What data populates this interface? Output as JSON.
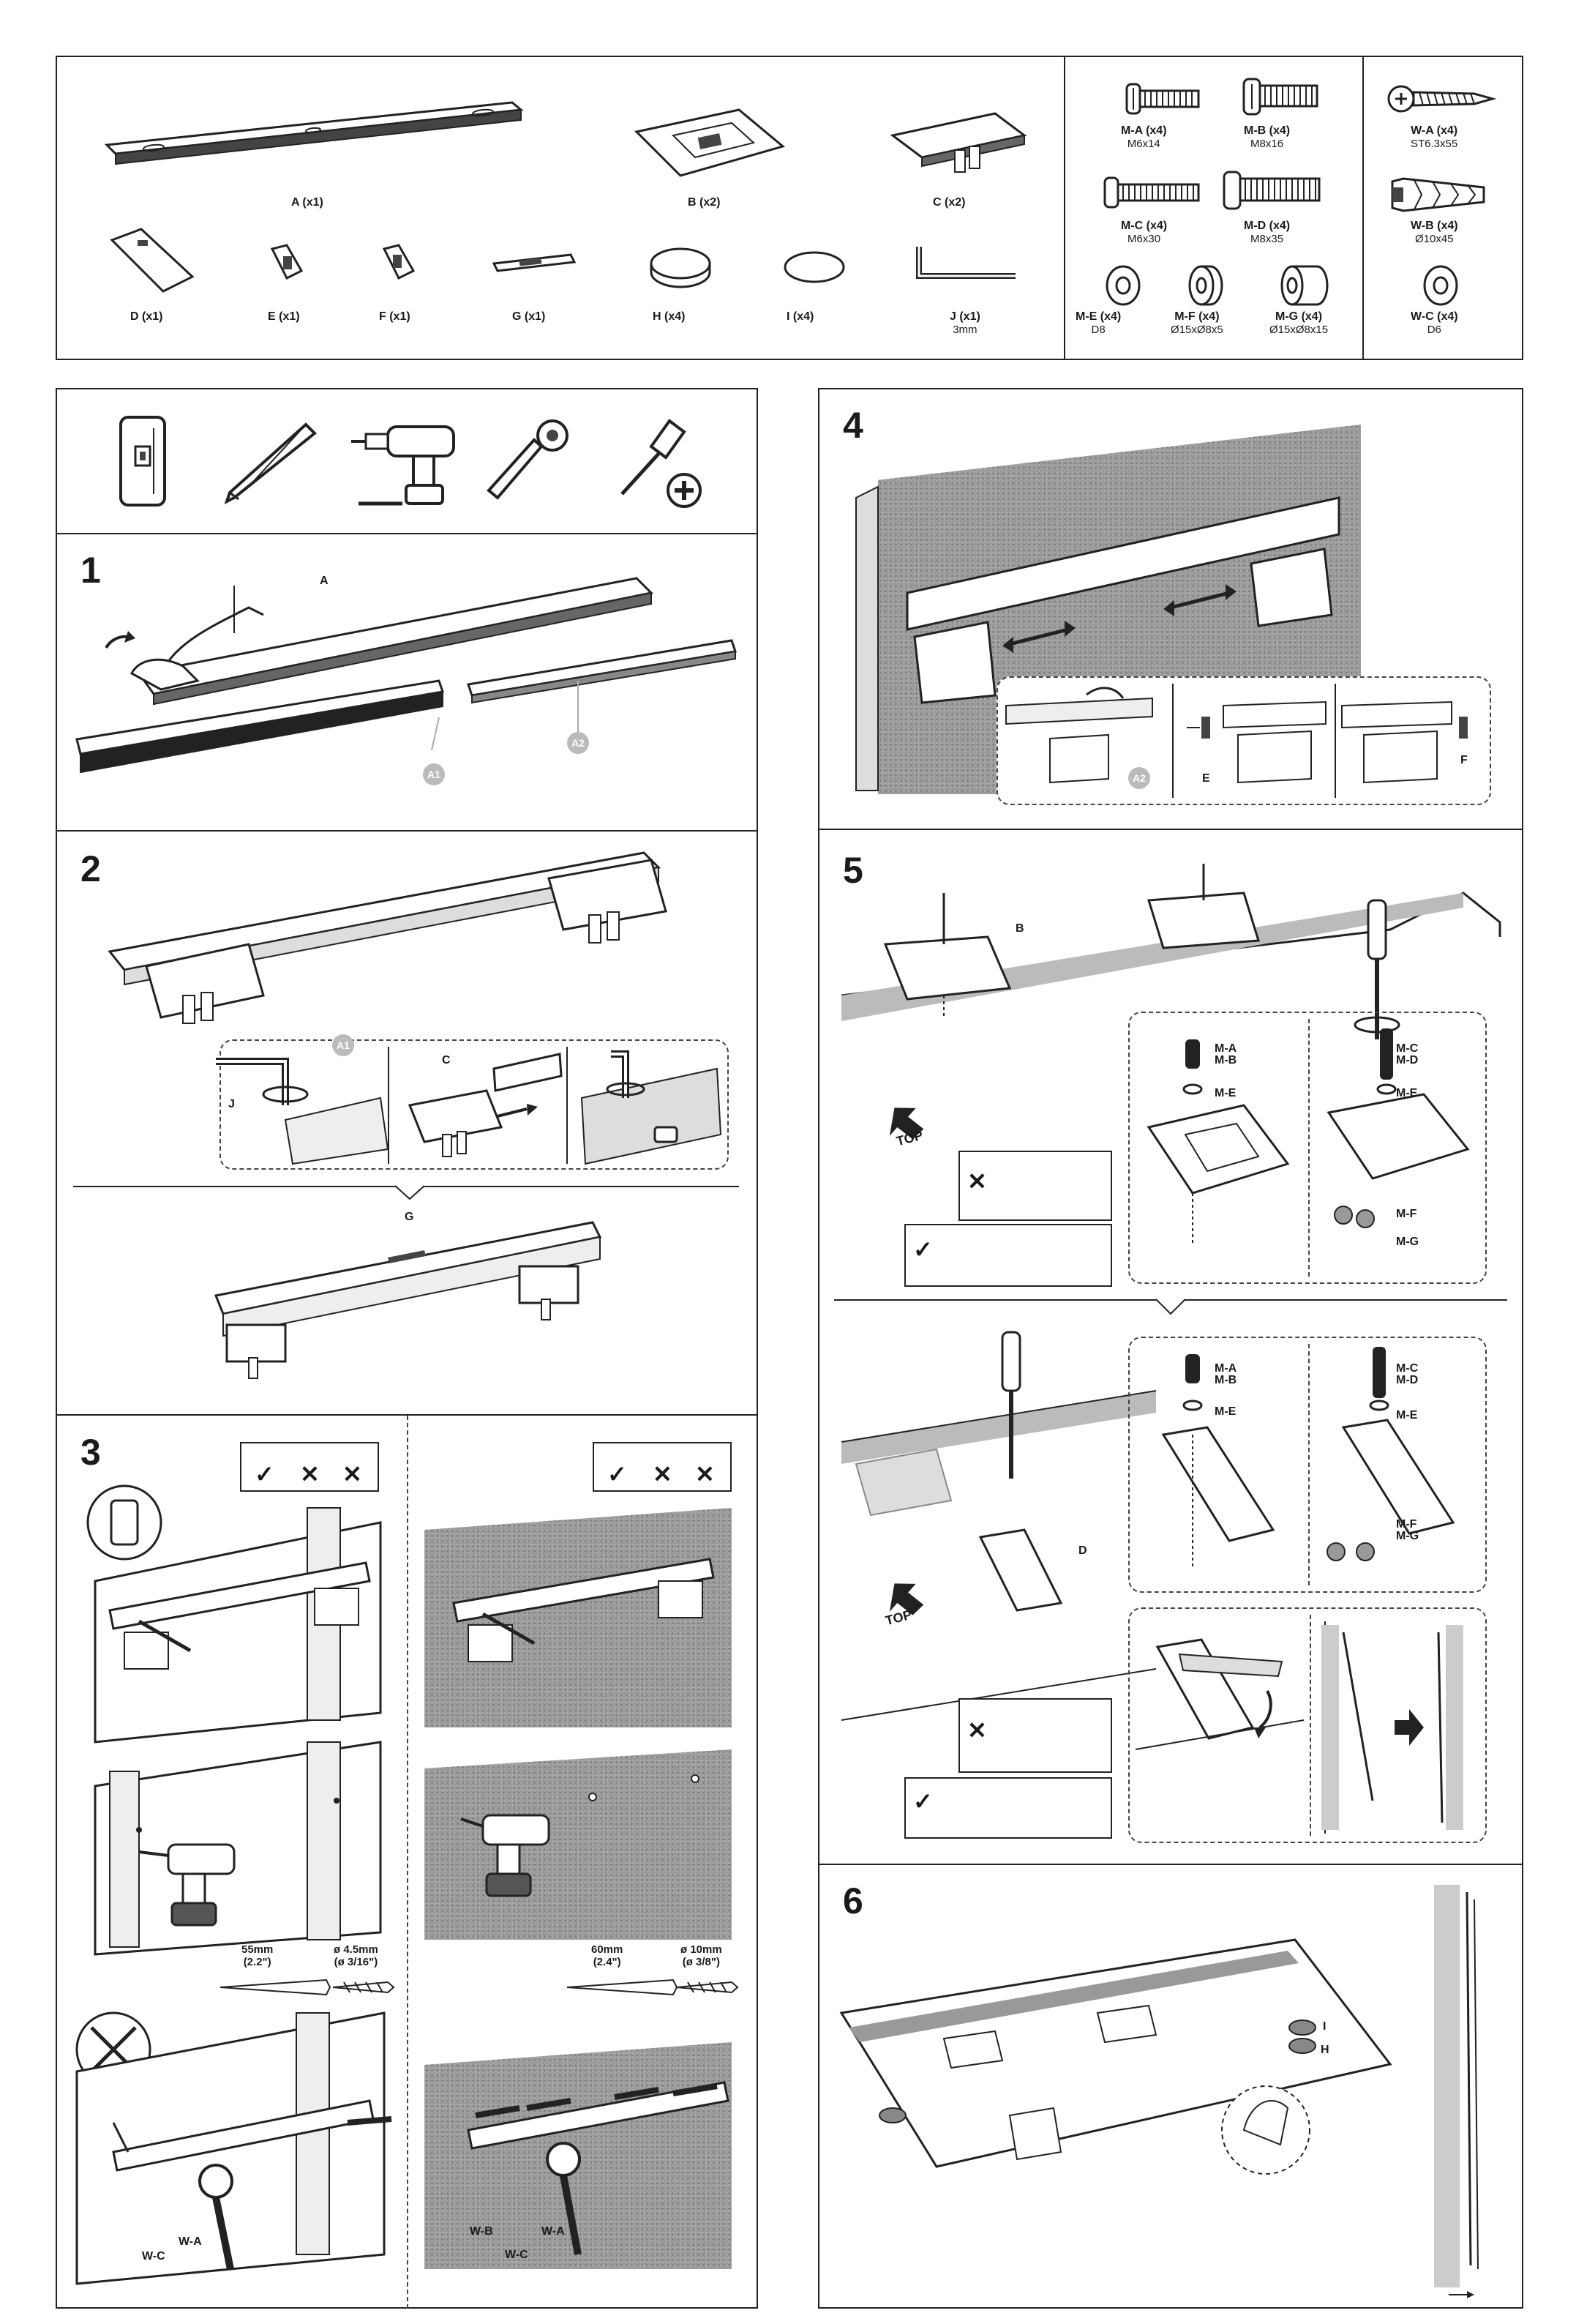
{
  "parts": {
    "A": {
      "label": "A (x1)"
    },
    "B": {
      "label": "B (x2)"
    },
    "C": {
      "label": "C (x2)"
    },
    "D": {
      "label": "D (x1)"
    },
    "E": {
      "label": "E (x1)"
    },
    "F": {
      "label": "F (x1)"
    },
    "G": {
      "label": "G (x1)"
    },
    "H": {
      "label": "H (x4)"
    },
    "I": {
      "label": "I (x4)"
    },
    "J": {
      "label": "J (x1)",
      "size": "3mm"
    }
  },
  "hardware": {
    "MA": {
      "label": "M-A (x4)",
      "size": "M6x14"
    },
    "MB": {
      "label": "M-B (x4)",
      "size": "M8x16"
    },
    "MC": {
      "label": "M-C (x4)",
      "size": "M6x30"
    },
    "MD": {
      "label": "M-D (x4)",
      "size": "M8x35"
    },
    "ME": {
      "label": "M-E (x4)",
      "size": "D8"
    },
    "MF": {
      "label": "M-F (x4)",
      "size": "Ø15xØ8x5"
    },
    "MG": {
      "label": "M-G (x4)",
      "size": "Ø15xØ8x15"
    }
  },
  "wall_hardware": {
    "WA": {
      "label": "W-A (x4)",
      "size": "ST6.3x55"
    },
    "WB": {
      "label": "W-B (x4)",
      "size": "Ø10x45"
    },
    "WC": {
      "label": "W-C (x4)",
      "size": "D6"
    }
  },
  "steps": {
    "s1": {
      "num": "1",
      "A": "A",
      "A1": "A1",
      "A2": "A2"
    },
    "s2": {
      "num": "2",
      "A1": "A1",
      "J": "J",
      "C": "C",
      "G": "G"
    },
    "s3": {
      "num": "3",
      "wood": {
        "depth_mm": "55mm",
        "depth_in": "(2.2\")",
        "drill_mm": "ø 4.5mm",
        "drill_in": "(ø 3/16\")",
        "WC": "W-C",
        "WA": "W-A"
      },
      "concrete": {
        "depth_mm": "60mm",
        "depth_in": "(2.4\")",
        "drill_mm": "ø 10mm",
        "drill_in": "(ø 3/8\")",
        "WB": "W-B",
        "WC": "W-C",
        "WA": "W-A"
      }
    },
    "s4": {
      "num": "4",
      "A2": "A2",
      "E": "E",
      "F": "F"
    },
    "s5": {
      "num": "5",
      "B": "B",
      "D": "D",
      "top": "TOP",
      "top2": "TOP",
      "MA_MB": "M-A\nM-B",
      "ME": "M-E",
      "MC_MD": "M-C\nM-D",
      "MF": "M-F",
      "MG": "M-G",
      "MFG": "M-F\nM-G"
    },
    "s6": {
      "num": "6",
      "I": "I",
      "H": "H"
    }
  }
}
